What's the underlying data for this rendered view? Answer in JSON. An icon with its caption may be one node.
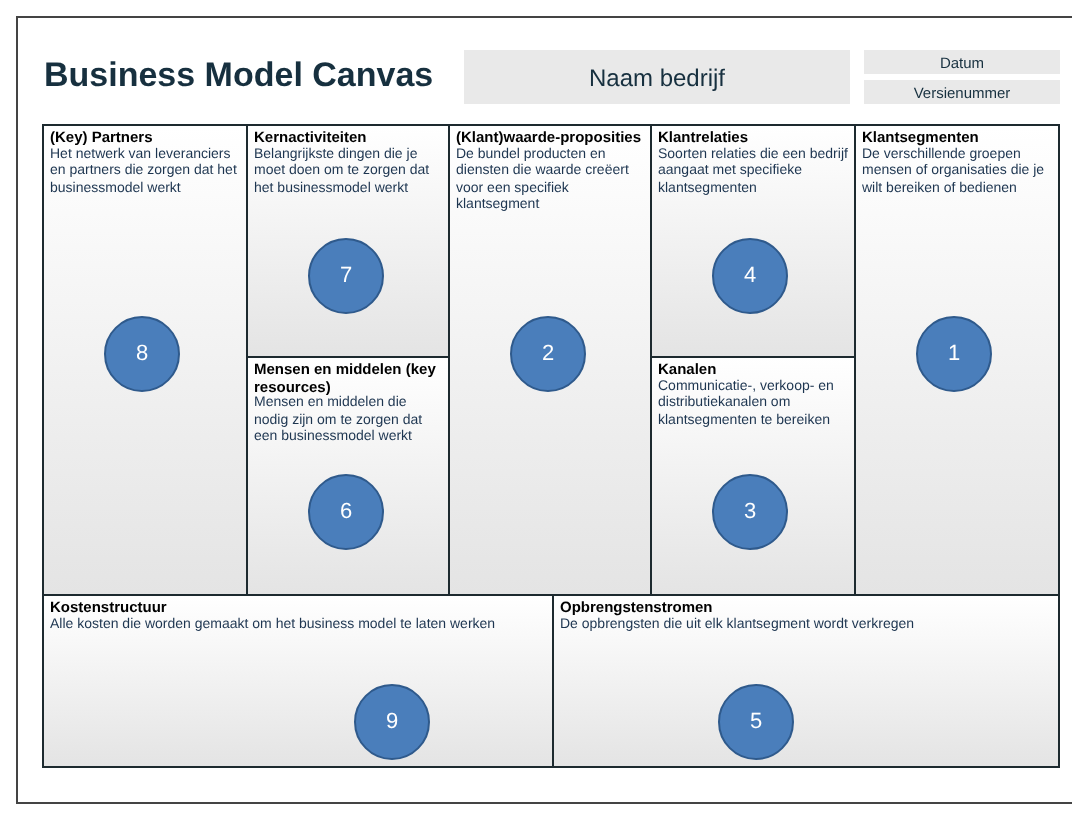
{
  "diagram": {
    "title": "Business Model Canvas",
    "nodes": [
      {
        "text": [
          "Naam bedrijf"
        ]
      },
      {
        "text": [
          "Datum"
        ]
      },
      {
        "text": [
          "Versienummer"
        ]
      },
      {
        "text": [
          "(Key) Partners",
          "Het netwerk van leveranciers en partners die zorgen dat het businessmodel werkt"
        ]
      },
      {
        "text": [
          "8"
        ],
        "in": 3
      },
      {
        "text": [
          "Kernactiviteiten",
          "Belangrijkste dingen die je moet doen om te zorgen dat het businessmodel werkt"
        ]
      },
      {
        "text": [
          "7"
        ],
        "in": 5
      },
      {
        "text": [
          "Mensen en middelen (key resources)",
          "Mensen en middelen die nodig zijn om te zorgen dat een businessmodel werkt"
        ]
      },
      {
        "text": [
          "6"
        ],
        "in": 7
      },
      {
        "text": [
          "(Klant)waarde-proposities",
          "De bundel producten en diensten die waarde creëert voor een specifiek klantsegment"
        ]
      },
      {
        "text": [
          "2"
        ],
        "in": 9
      },
      {
        "text": [
          "Klantrelaties",
          "Soorten relaties die een bedrijf aangaat met specifieke klantsegmenten"
        ]
      },
      {
        "text": [
          "4"
        ],
        "in": 11
      },
      {
        "text": [
          "Kanalen",
          "Communicatie-, verkoop- en distributiekanalen om klantsegmenten te bereiken"
        ]
      },
      {
        "text": [
          "3"
        ],
        "in": 13
      },
      {
        "text": [
          "Klantsegmenten",
          "De verschillende groepen mensen of organisaties die je wilt bereiken of bedienen"
        ]
      },
      {
        "text": [
          "1"
        ],
        "in": 15
      },
      {
        "text": [
          "Kostenstructuur",
          "Alle kosten die worden gemaakt om het business model te laten werken"
        ]
      },
      {
        "text": [
          "9"
        ],
        "in": 17
      },
      {
        "text": [
          "Opbrengstenstromen",
          "De opbrengsten die uit elk klantsegment wordt verkregen"
        ]
      },
      {
        "text": [
          "5"
        ],
        "in": 19
      }
    ]
  }
}
